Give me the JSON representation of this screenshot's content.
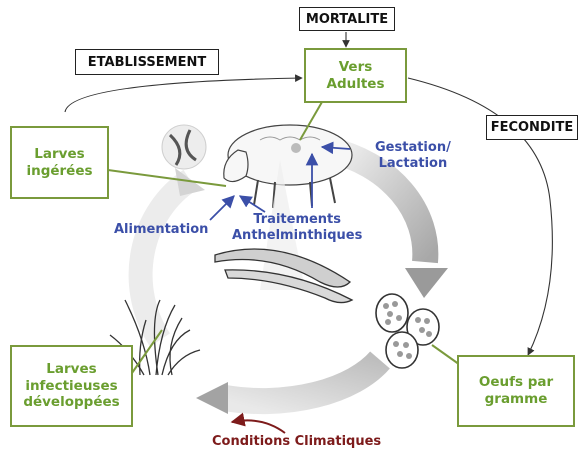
{
  "boxes": {
    "mortalite": "MORTALITE",
    "etablissement": "ETABLISSEMENT",
    "fecondite": "FECONDITE",
    "vers_adultes": "Vers\nAdultes",
    "larves_ingerees": "Larves\ningérées",
    "larves_infectieuses": "Larves\ninfectieuses\ndéveloppées",
    "oeufs_par_gramme": "Oeufs par\ngramme"
  },
  "labels": {
    "gestation_lactation": "Gestation/\nLactation",
    "alimentation": "Alimentation",
    "traitements": "Traitements\nAnthelminthiques",
    "conditions_climatiques": "Conditions Climatiques"
  },
  "colors": {
    "green": "#6a9e2f",
    "blue": "#3b4fa8",
    "maroon": "#7d1b1b",
    "cycle_gray": "#9a9a9a"
  },
  "icons": [
    "sheep-icon",
    "adult-worms-icon",
    "eggs-icon",
    "grass-icon",
    "larva-icon"
  ]
}
